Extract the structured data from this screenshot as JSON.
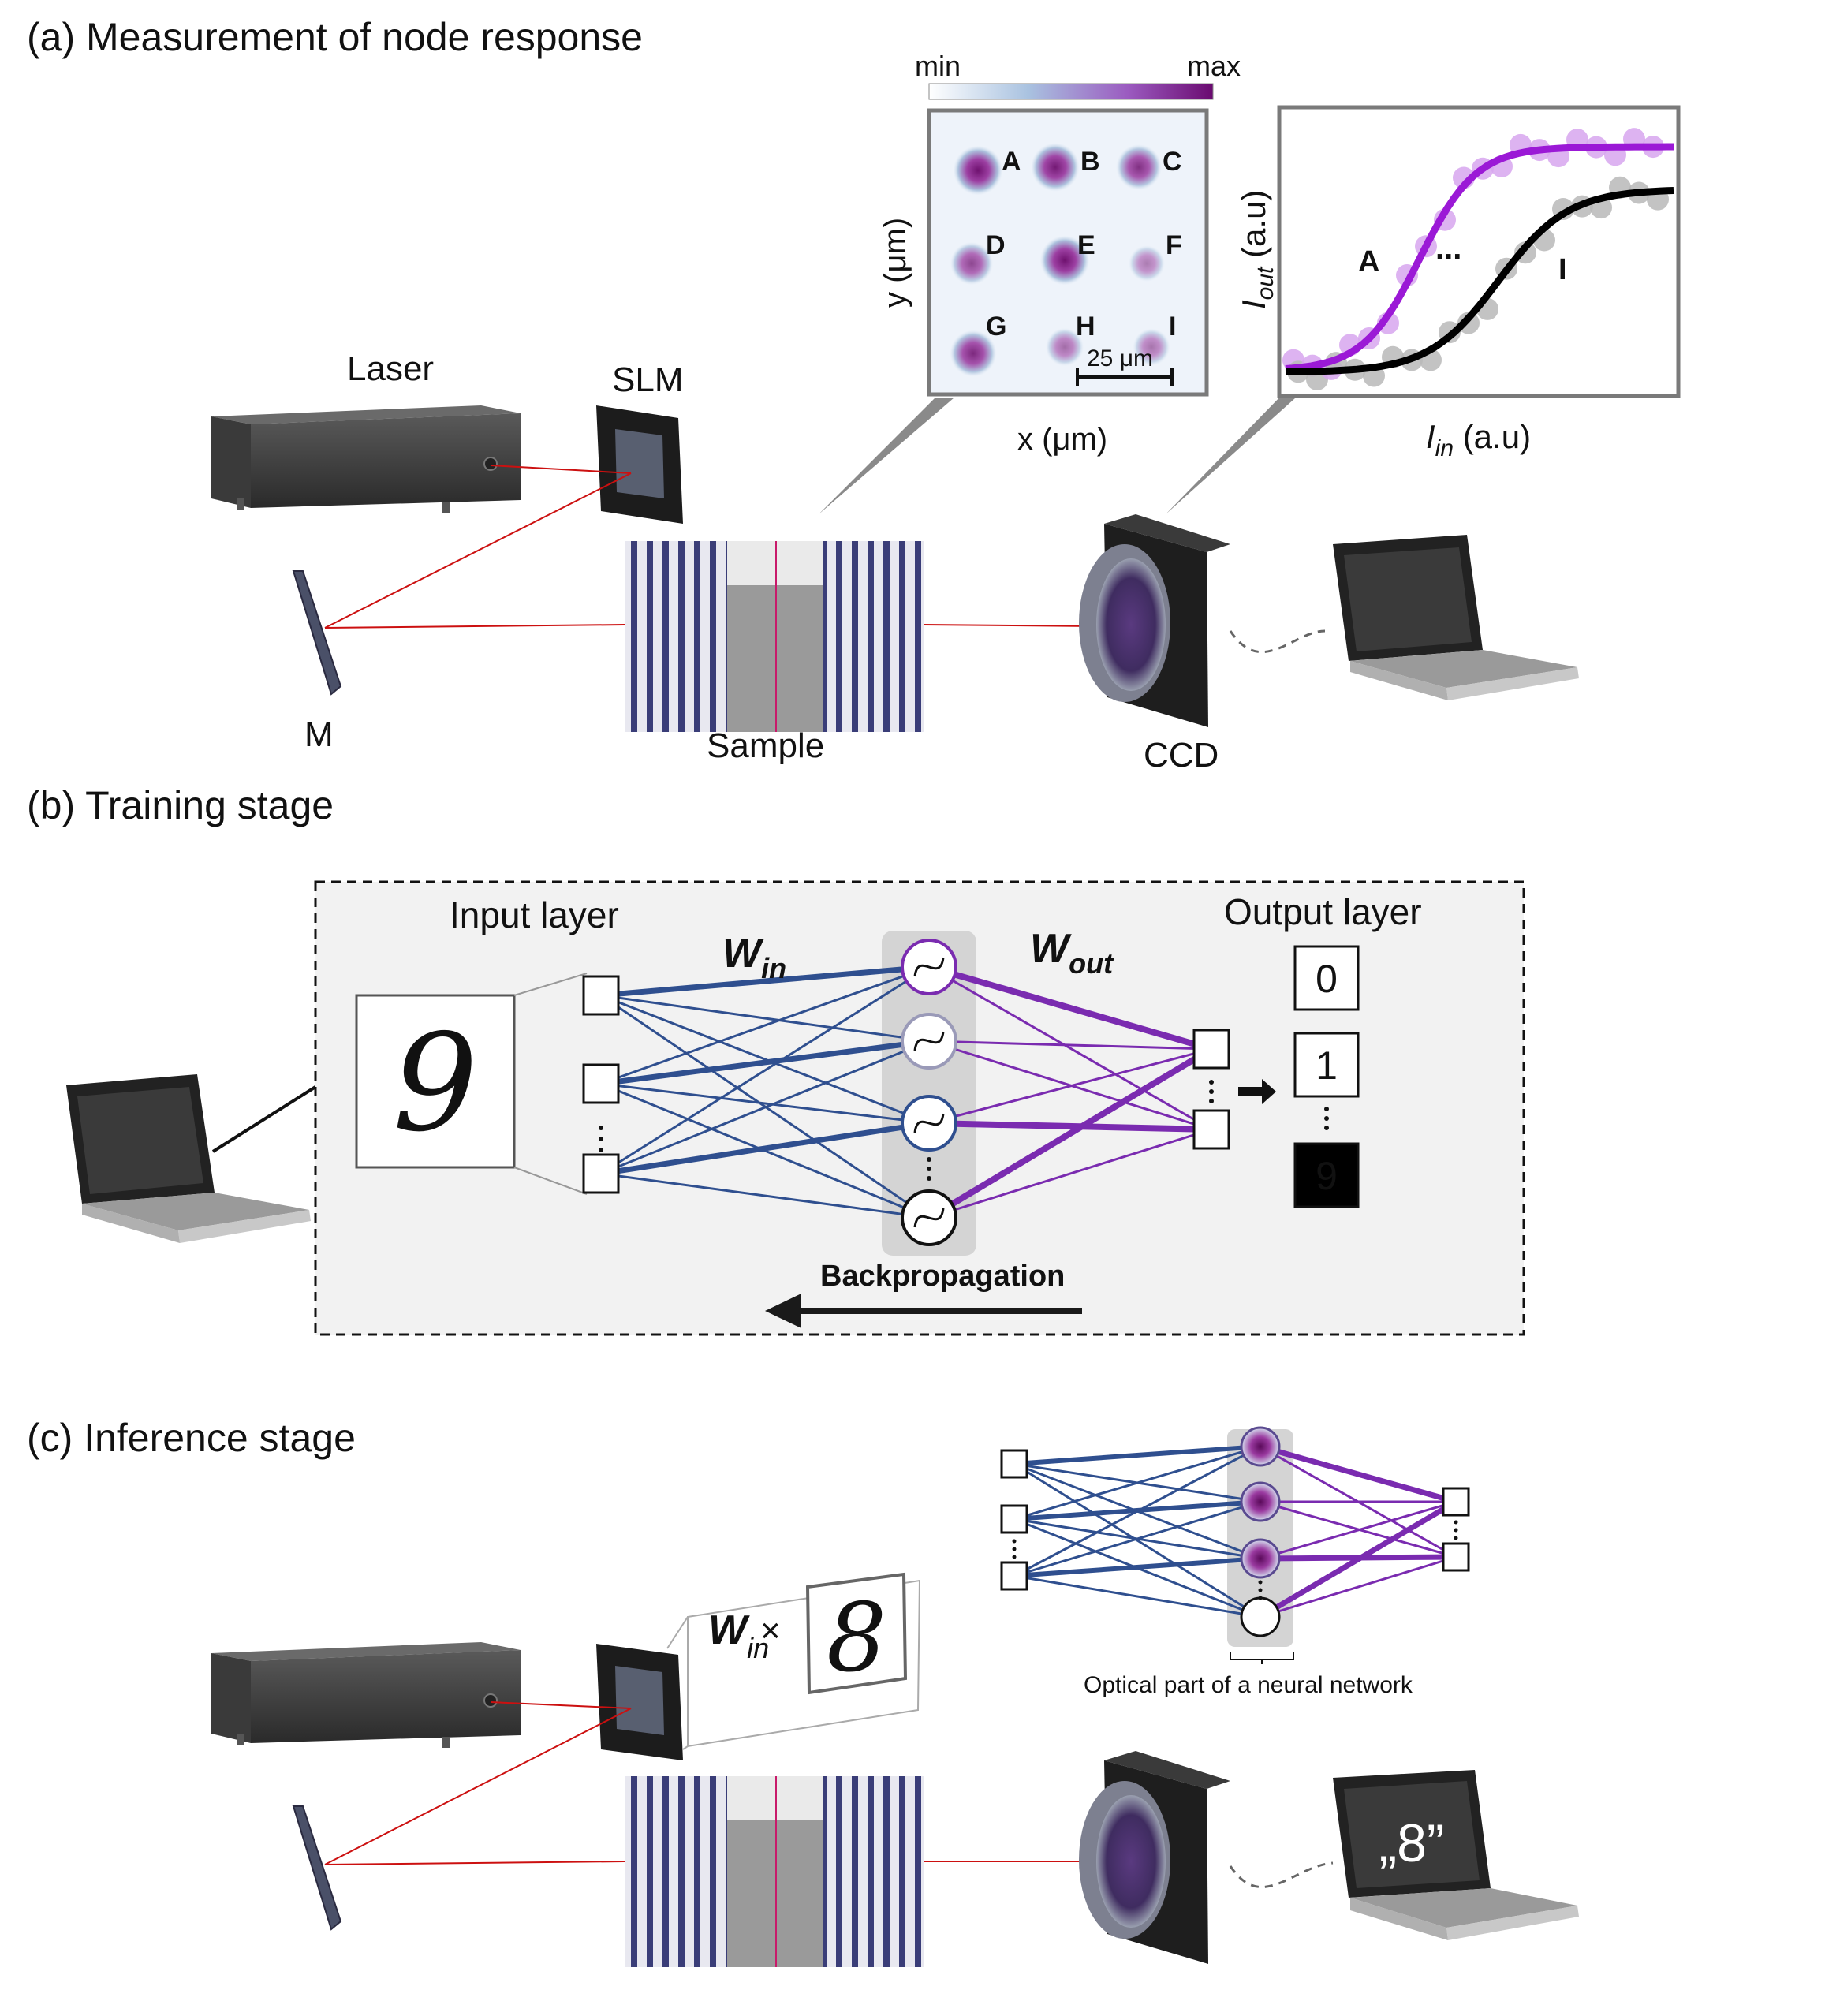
{
  "panel_a": {
    "title": "(a) Measurement of node response",
    "laser_label": "Laser",
    "slm_label": "SLM",
    "mirror_label": "M",
    "sample_label": "Sample",
    "ccd_label": "CCD",
    "colorbar": {
      "min_label": "min",
      "max_label": "max"
    },
    "map": {
      "x_label": "x (μm)",
      "y_label": "y (μm)",
      "scalebar_label": "25 μm",
      "nodes": [
        "A",
        "B",
        "C",
        "D",
        "E",
        "F",
        "G",
        "H",
        "I"
      ],
      "node_intensity": [
        0.95,
        0.9,
        0.75,
        0.6,
        0.95,
        0.25,
        0.8,
        0.35,
        0.3
      ]
    },
    "response_plot": {
      "y_label_main": "I",
      "y_label_sub": "out",
      "y_label_unit": " (a.u)",
      "x_label_main": "I",
      "x_label_sub": "in",
      "x_label_unit": " (a.u)",
      "curve_a_label": "A",
      "curve_i_label": "I",
      "ellipsis": "...",
      "color_a": "#9b19d6",
      "color_i": "#000000"
    }
  },
  "panel_b": {
    "title": "(b)   Training stage",
    "input_layer_label": "Input layer",
    "output_layer_label": "Output layer",
    "w_in_main": "W",
    "w_in_sub": "in",
    "w_out_main": "W",
    "w_out_sub": "out",
    "digit_sample": "9",
    "output_boxes": [
      "0",
      "1",
      "9"
    ],
    "backprop_label": "Backpropagation",
    "color_in": "#2f4f8f",
    "color_out": "#7a2bb0"
  },
  "panel_c": {
    "title": "(c) Inference stage",
    "optical_part_label": "Optical part of a neural network",
    "w_in_main": "W",
    "w_in_sub": "in",
    "times_symbol": "×",
    "digit_sample": "8",
    "screen_text": "„8”"
  }
}
